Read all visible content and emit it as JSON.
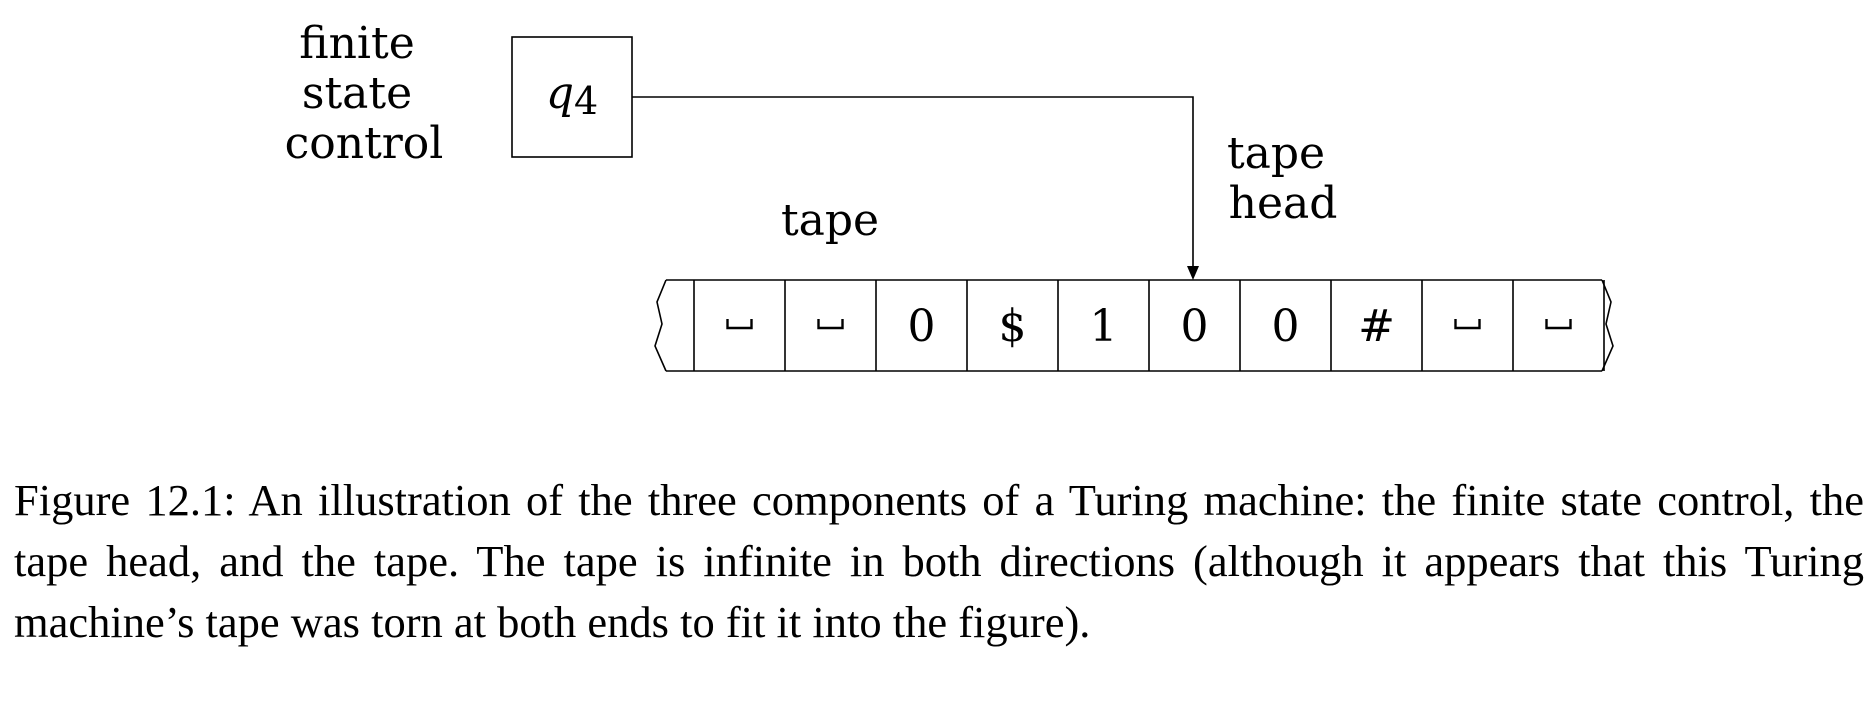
{
  "diagram": {
    "control_label_lines": [
      "finite",
      "state",
      "control"
    ],
    "state": {
      "letter": "q",
      "subscript": "4"
    },
    "tape_label": "tape",
    "head_label_lines": [
      "tape",
      "head"
    ],
    "tape_cells": [
      "␣",
      "␣",
      "0",
      "$",
      "1",
      "0",
      "0",
      "#",
      "␣",
      "␣"
    ],
    "head_cell_index": 5
  },
  "caption": "Figure 12.1: An illustration of the three components of a Turing machine: the finite state control, the tape head, and the tape. The tape is infinite in both directions (although it appears that this Turing machine’s tape was torn at both ends to fit it into the figure)."
}
